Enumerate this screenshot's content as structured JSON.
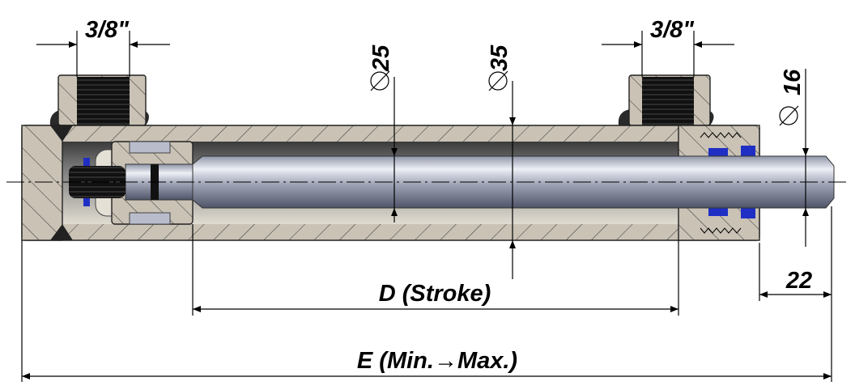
{
  "drawing": {
    "title": "Hydraulic cylinder cross-section",
    "colors": {
      "metal": "#c9c2b5",
      "rod_light": "#e8ebf3",
      "rod_dark": "#5d6275",
      "seal": "#1f2fc4",
      "thread": "#111111",
      "line": "#000000"
    }
  },
  "dimensions": {
    "port_left": {
      "label": "3/8\""
    },
    "port_right": {
      "label": "3/8\""
    },
    "rod_dia": {
      "symbol": "⌀",
      "label": "25"
    },
    "bore_dia": {
      "symbol": "⌀",
      "label": "35"
    },
    "rod_end_dia": {
      "symbol": "⌀",
      "label": "16"
    },
    "rod_extension": {
      "label": "22"
    },
    "stroke": {
      "label": "D (Stroke)"
    },
    "overall": {
      "label": "E (Min.→Max.)"
    }
  }
}
